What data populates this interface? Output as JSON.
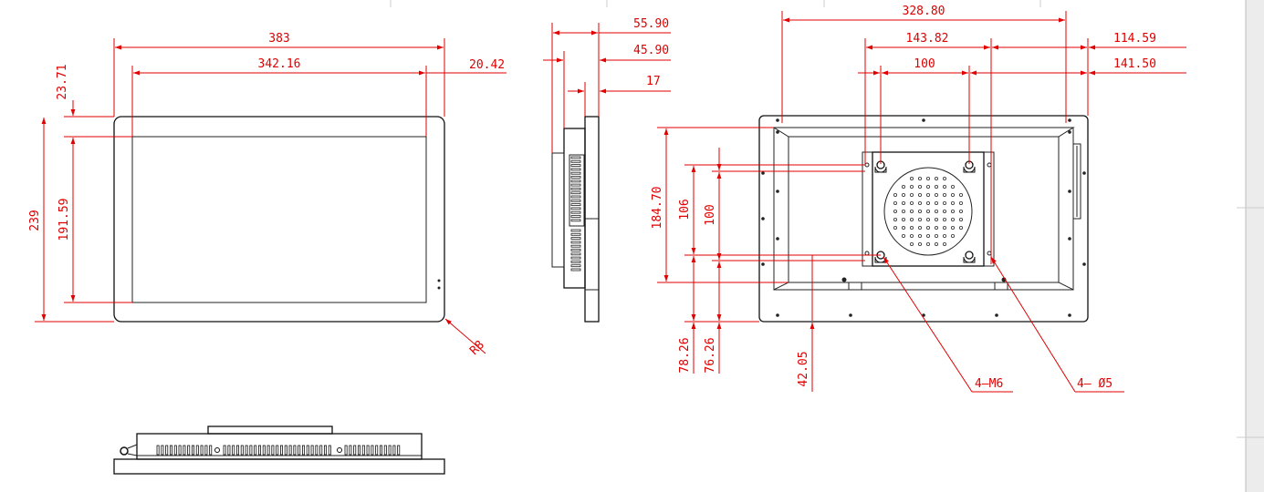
{
  "drawing": {
    "front_view": {
      "width": "383",
      "active_width": "342.16",
      "side_margin": "20.42",
      "top_margin": "23.71",
      "height": "239",
      "active_height": "191.59",
      "radius": "R8"
    },
    "side_view": {
      "total_depth": "55.90",
      "body_depth": "45.90",
      "bezel_depth": "17"
    },
    "rear_view": {
      "frame_width": "328.80",
      "hole_span_outer": "143.82",
      "vesa_horizontal": "100",
      "right_offset_outer": "114.59",
      "right_offset_inner": "141.50",
      "frame_height": "184.70",
      "hole_span_vertical": "106",
      "vesa_vertical": "100",
      "bottom_offset_outer": "78.26",
      "bottom_offset_inner": "76.26",
      "bottom_hole_offset": "42.05",
      "thread_callout": "4—M6",
      "hole_callout": "4— Ø5"
    }
  },
  "colors": {
    "dimension": "#e00000",
    "outline": "#111111",
    "border": "#cccccc"
  }
}
